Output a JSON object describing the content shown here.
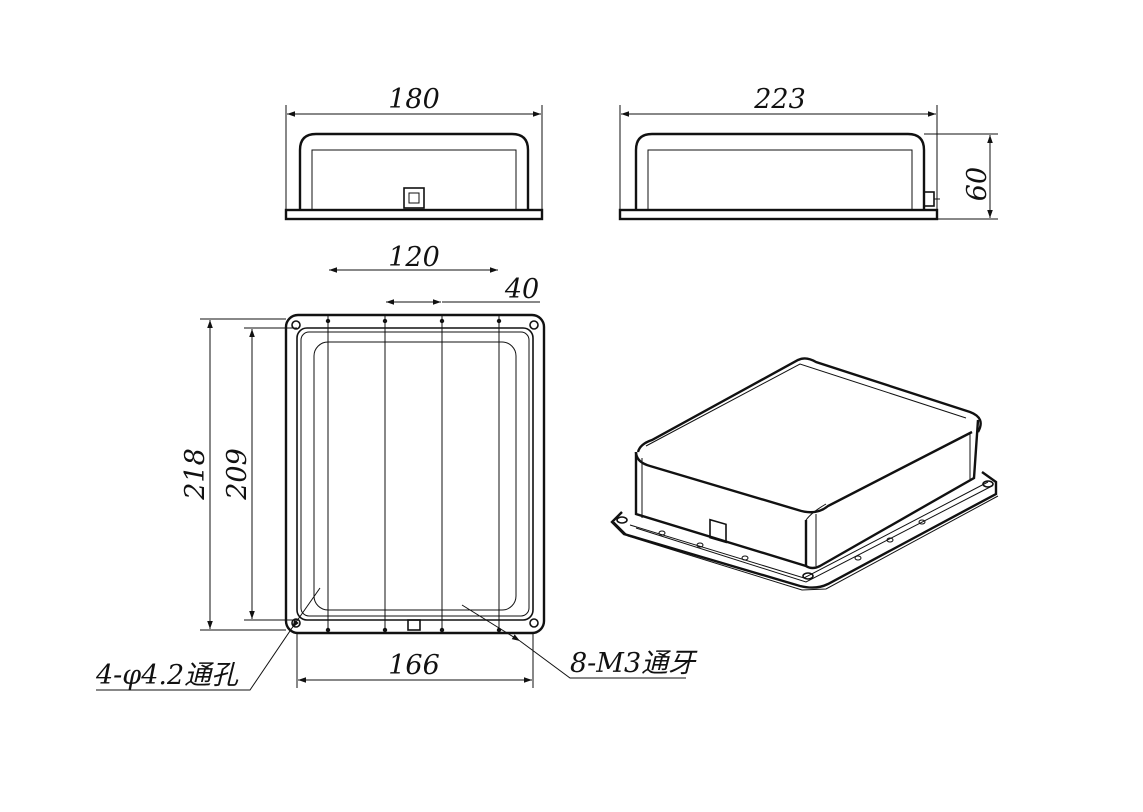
{
  "dimensions": {
    "front_width": "180",
    "side_length": "223",
    "height": "60",
    "hole_span": "120",
    "hole_pitch": "40",
    "outer_length": "218",
    "inner_length": "209",
    "inner_width": "166"
  },
  "callouts": {
    "through_holes": "4-φ4.2通孔",
    "threaded_holes": "8-M3通牙"
  },
  "colors": {
    "line": "#111111",
    "background": "#ffffff"
  }
}
